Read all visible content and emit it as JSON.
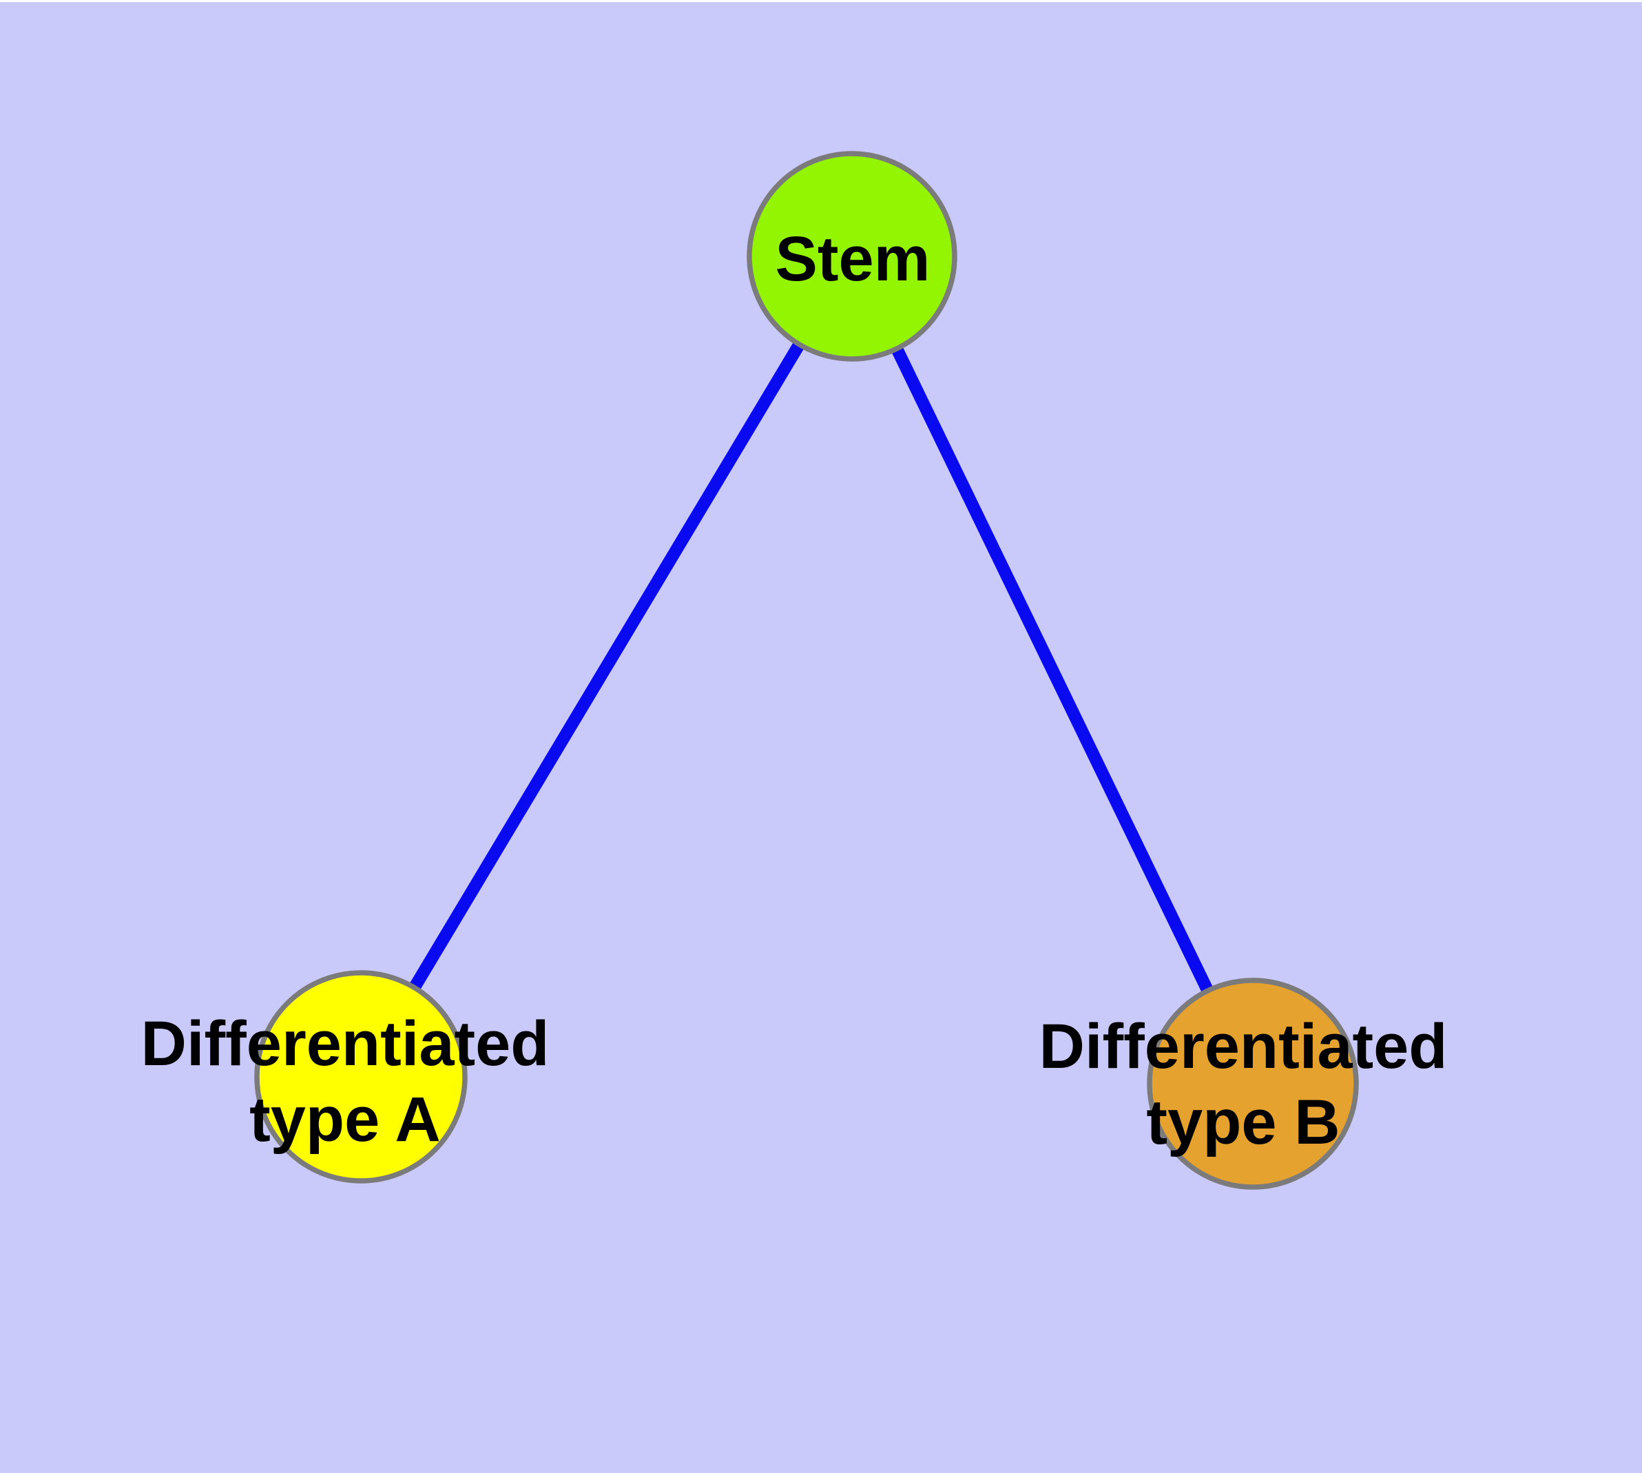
{
  "diagram": {
    "background_color": "#c9c9fa",
    "edge_color": "#0a0af0",
    "node_border_color": "#7b7b7b",
    "label_color": "#000000",
    "nodes": [
      {
        "id": "stem",
        "label": "Stem",
        "color": "#94f502"
      },
      {
        "id": "type-a",
        "label_line1": "Differentiated",
        "label_line2": "type A",
        "color": "#ffff00"
      },
      {
        "id": "type-b",
        "label_line1": "Differentiated",
        "label_line2": "type B",
        "color": "#e6a22e"
      }
    ],
    "edges": [
      {
        "from": "Stem",
        "to": "Differentiated type A"
      },
      {
        "from": "Stem",
        "to": "Differentiated type B"
      }
    ]
  }
}
